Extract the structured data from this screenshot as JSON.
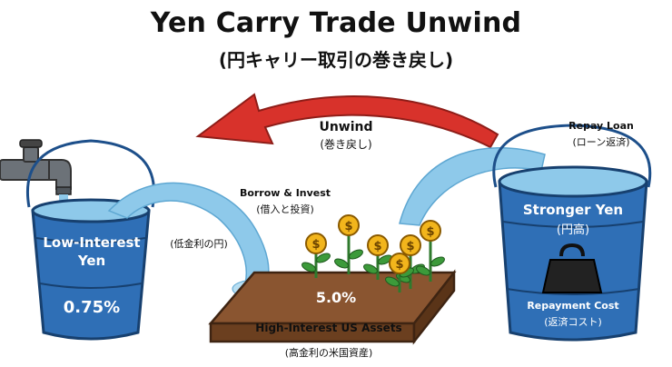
{
  "header": {
    "title": "Yen Carry Trade Unwind",
    "subtitle": "(円キャリー取引の巻き戻し)"
  },
  "unwind_arrow": {
    "label": "Unwind",
    "label_jp": "(巻き戻し)",
    "color": "#d8322b"
  },
  "left_bucket": {
    "label": "Low-Interest Yen",
    "label_line1": "Low-Interest",
    "label_line2": "Yen",
    "rate": "0.75%",
    "side_label": "(低金利の円)"
  },
  "borrow_flow": {
    "label": "Borrow & Invest",
    "label_jp": "(借入と投資)"
  },
  "garden": {
    "rate": "5.0%",
    "label": "High-Interest US Assets",
    "label_jp": "(高金利の米国資産)",
    "coin_symbol": "$"
  },
  "repay_flow": {
    "label": "Repay Loan",
    "label_jp": "(ローン返済)"
  },
  "right_bucket": {
    "label": "Stronger Yen",
    "label_jp": "(円高)",
    "cost_label": "Repayment Cost",
    "cost_label_jp": "(返済コスト)"
  },
  "colors": {
    "bucket_blue": "#2f6fb6",
    "bucket_dark": "#1d4f8a",
    "water": "#8ec9ea",
    "soil": "#7a4a26",
    "coin": "#f2b51c",
    "leaf": "#3c9a3a"
  }
}
